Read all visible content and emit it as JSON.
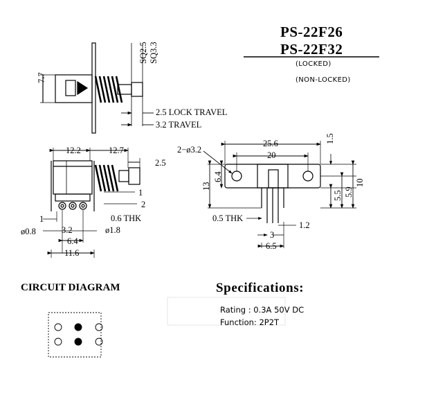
{
  "header": {
    "model_1": "PS-22F26",
    "model_2": "PS-22F32",
    "variant_locked": "(LOCKED)",
    "variant_non_locked": "(NON-LOCKED)"
  },
  "side_view": {
    "height_label": "7.7",
    "sq1_label": "SQ2.5",
    "sq2_label": "SQ3.3",
    "lock_travel_label": "2.5 LOCK TRAVEL",
    "travel_label": "3.2 TRAVEL"
  },
  "front_view": {
    "width_left": "12.2",
    "width_right": "12.7",
    "plunger_len": "2.5",
    "pin_offset_1": "1",
    "pin_offset_2": "2",
    "thickness": "0.6 THK",
    "pin_pitch": "3.2",
    "pin_dia": "ø1.8",
    "pin_dia_small": "ø0.8",
    "pin_span": "6.4",
    "base_width": "11.6",
    "pin_marker": "1"
  },
  "mount_view": {
    "holes": "2−ø3.2",
    "overall_width": "25.6",
    "hole_spacing": "20",
    "top_offset": "1.5",
    "height_total": "13",
    "height_inner": "6.4",
    "right_1": "5.5",
    "right_2": "5.9",
    "right_3": "10",
    "plate_thk": "0.5 THK",
    "tab_width": "1.2",
    "pin_pitch": "3",
    "pin_span": "6.5"
  },
  "circuit": {
    "title": "CIRCUIT DIAGRAM"
  },
  "specs": {
    "title": "Specifications:",
    "rating": "Rating : 0.3A 50V DC",
    "function": "Function: 2P2T"
  }
}
